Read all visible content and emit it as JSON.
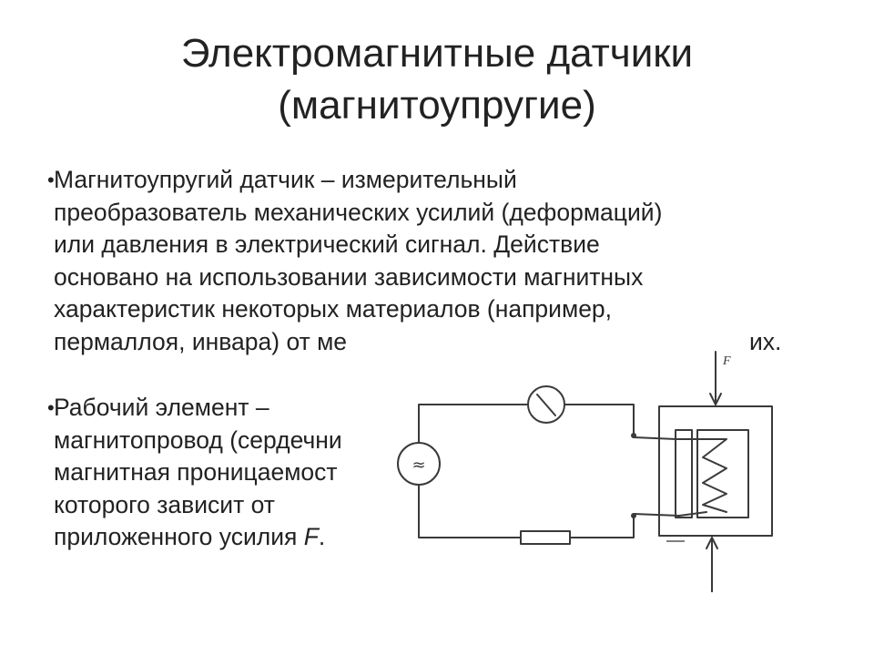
{
  "slide": {
    "title_line_1": "Электромагнитные датчики",
    "title_line_2": "(магнитоупругие)"
  },
  "bullets": [
    {
      "marker": "•",
      "lines": [
        "Магнитоупругий датчик – измерительный",
        "преобразователь механических усилий (деформаций)",
        "или давления в электрический сигнал. Действие",
        "основано на использовании зависимости магнитных",
        "характеристик некоторых материалов (например,",
        "пермаллоя, инвара) от ме",
        "их."
      ]
    },
    {
      "marker": "•",
      "lines": [
        "Рабочий элемент –",
        "магнитопровод (сердечни",
        "магнитная проницаемост",
        "которого зависит от",
        "приложенного усилия "
      ],
      "force_symbol": "F",
      "end_punct": "."
    }
  ],
  "diagram": {
    "force_label": "F",
    "source_symbol": "≈"
  }
}
